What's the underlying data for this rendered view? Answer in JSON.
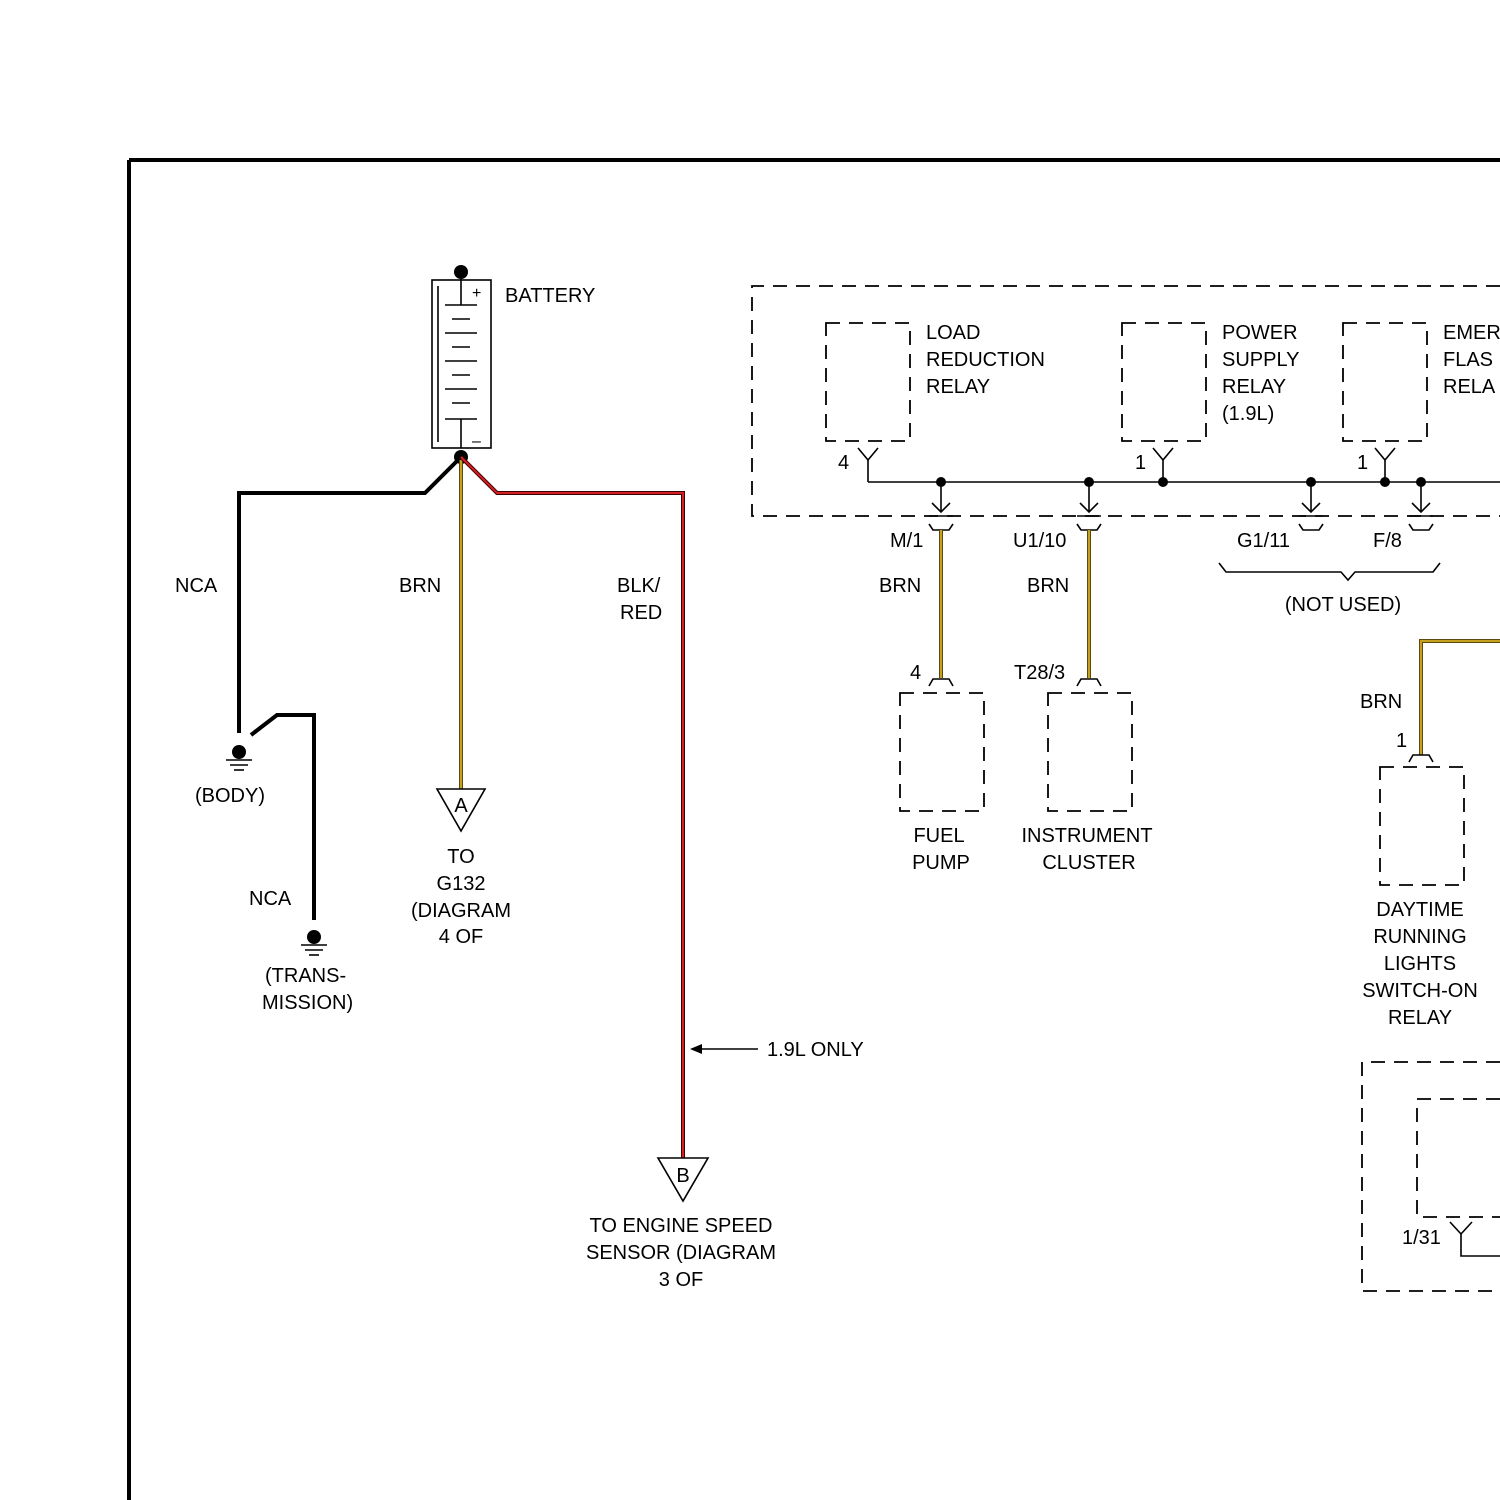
{
  "battery": {
    "label": "BATTERY",
    "plus": "+",
    "minus": "–"
  },
  "grounds": {
    "body": {
      "wire": "NCA",
      "label": "(BODY)"
    },
    "trans": {
      "wire": "NCA",
      "label_1": "(TRANS-",
      "label_2": "MISSION)"
    }
  },
  "connector_a": {
    "wire": "BRN",
    "letter": "A",
    "lines": [
      "TO",
      "G132",
      "(DIAGRAM",
      "4 OF"
    ]
  },
  "connector_b": {
    "wire_1": "BLK/",
    "wire_2": "RED",
    "letter": "B",
    "note": "1.9L ONLY",
    "lines": [
      "TO ENGINE SPEED",
      "SENSOR (DIAGRAM",
      "3 OF"
    ]
  },
  "relays": {
    "load_reduction": {
      "pin": "4",
      "lines": [
        "LOAD",
        "REDUCTION",
        "RELAY"
      ]
    },
    "power_supply": {
      "pin": "1",
      "lines": [
        "POWER",
        "SUPPLY",
        "RELAY",
        "(1.9L)"
      ]
    },
    "emergency_flasher": {
      "pin": "1",
      "lines": [
        "EMER",
        "FLAS",
        "RELA"
      ]
    }
  },
  "terminals": {
    "m1": "M/1",
    "u1_10": "U1/10",
    "g1_11": "G1/11",
    "f8": "F/8",
    "not_used": "(NOT USED)"
  },
  "fuel_pump": {
    "wire": "BRN",
    "pin": "4",
    "lines": [
      "FUEL",
      "PUMP"
    ]
  },
  "instrument_cluster": {
    "wire": "BRN",
    "pin": "T28/3",
    "lines": [
      "INSTRUMENT",
      "CLUSTER"
    ]
  },
  "drl_relay": {
    "wire": "BRN",
    "pin": "1",
    "lines": [
      "DAYTIME",
      "RUNNING",
      "LIGHTS",
      "SWITCH-ON",
      "RELAY"
    ]
  },
  "bottom_module": {
    "pin": "1/31"
  },
  "colors": {
    "brown_wire": "#c8a020",
    "red_wire": "#d42020",
    "black_wire": "#000000"
  }
}
